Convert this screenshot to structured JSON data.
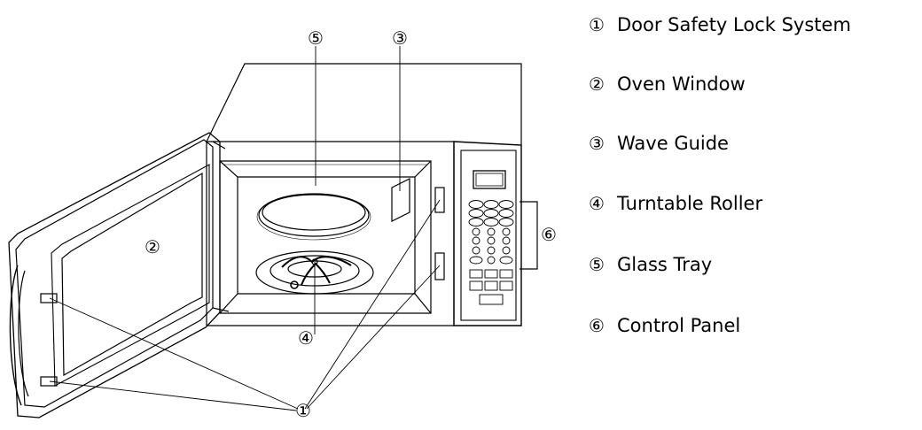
{
  "callouts": {
    "c1": "①",
    "c2": "②",
    "c3": "③",
    "c4": "④",
    "c5": "⑤",
    "c6": "⑥"
  },
  "legend": [
    {
      "num": "①",
      "label": "Door Safety Lock System"
    },
    {
      "num": "②",
      "label": "Oven Window"
    },
    {
      "num": "③",
      "label": "Wave Guide"
    },
    {
      "num": "④",
      "label": "Turntable Roller"
    },
    {
      "num": "⑤",
      "label": "Glass Tray"
    },
    {
      "num": "⑥",
      "label": "Control Panel"
    }
  ],
  "colors": {
    "line": "#000000",
    "background": "#ffffff"
  }
}
